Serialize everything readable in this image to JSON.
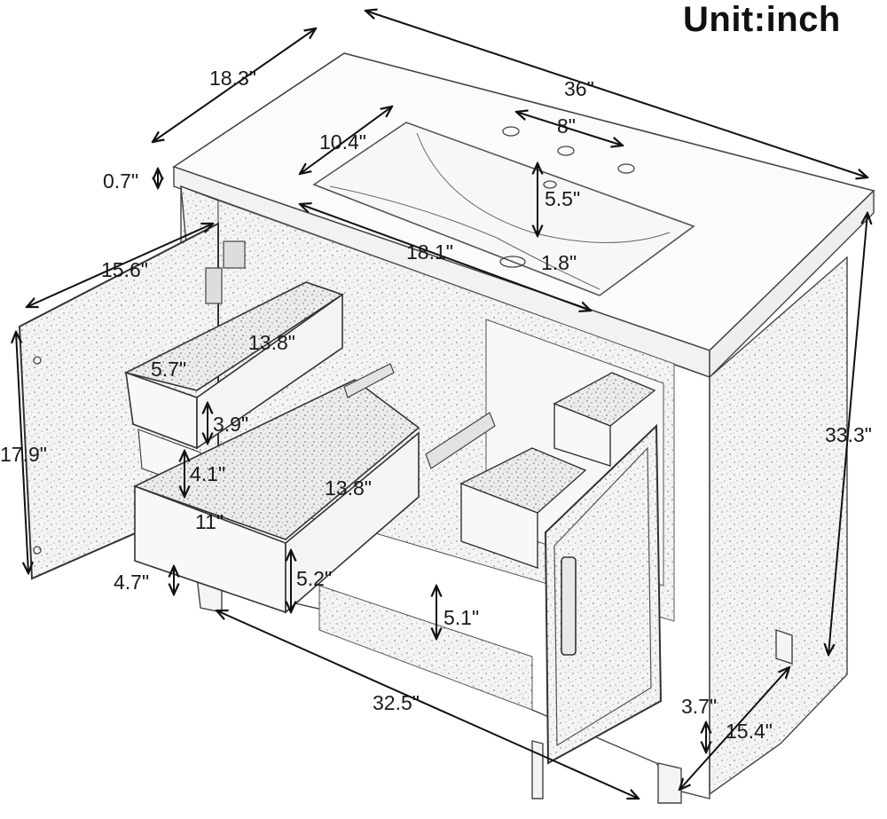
{
  "unit_label": "Unit:inch",
  "dimensions": {
    "depth_top": "18.3\"",
    "width_top": "36\"",
    "faucet_spread": "8\"",
    "basin_depth": "10.4\"",
    "top_thickness": "0.7\"",
    "basin_to_hole": "5.5\"",
    "basin_width": "18.1\"",
    "overflow": "1.8\"",
    "door_width": "15.6\"",
    "drawer_top_depth": "13.8\"",
    "drawer_top_width": "5.7\"",
    "drawer_top_height": "3.9\"",
    "door_height": "17.9\"",
    "drawer_gap": "4.1\"",
    "drawer_main_depth": "13.8\"",
    "drawer_main_width": "11\"",
    "leg_height": "4.7\"",
    "drawer_main_height": "5.2\"",
    "bottom_shelf_height": "5.1\"",
    "total_height": "33.3\"",
    "base_width": "32.5\"",
    "base_leg": "3.7\"",
    "base_depth": "15.4\""
  }
}
